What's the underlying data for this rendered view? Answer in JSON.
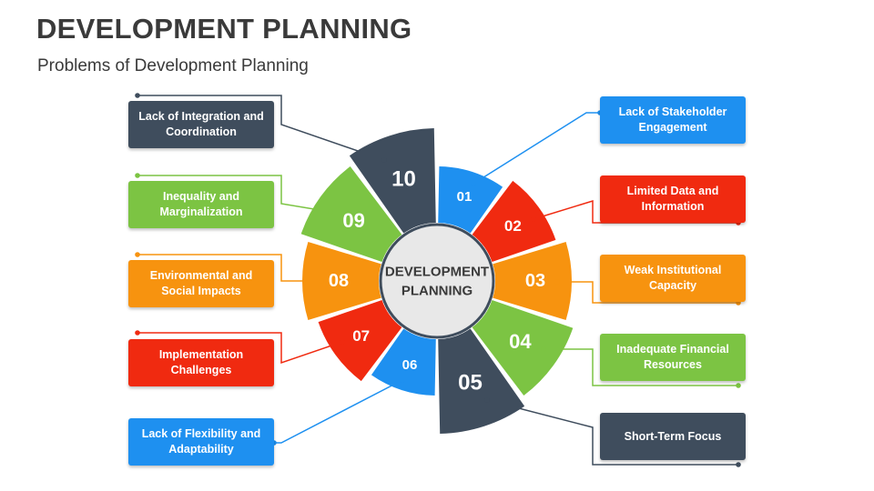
{
  "header": {
    "title": "DEVELOPMENT PLANNING",
    "subtitle": "Problems of Development Planning"
  },
  "center": {
    "line1": "DEVELOPMENT",
    "line2": "PLANNING"
  },
  "segments": [
    {
      "num": "01",
      "label": "Lack of Stakeholder Engagement",
      "color": "#1e90f0"
    },
    {
      "num": "02",
      "label": "Limited Data and Information",
      "color": "#f02a10"
    },
    {
      "num": "03",
      "label": "Weak Institutional Capacity",
      "color": "#f7930f"
    },
    {
      "num": "04",
      "label": "Inadequate Financial Resources",
      "color": "#7cc443"
    },
    {
      "num": "05",
      "label": "Short-Term Focus",
      "color": "#3f4d5d"
    },
    {
      "num": "06",
      "label": "Lack of Flexibility and Adaptability",
      "color": "#1e90f0"
    },
    {
      "num": "07",
      "label": "Implementation Challenges",
      "color": "#f02a10"
    },
    {
      "num": "08",
      "label": "Environmental and Social Impacts",
      "color": "#f7930f"
    },
    {
      "num": "09",
      "label": "Inequality and Marginalization",
      "color": "#7cc443"
    },
    {
      "num": "10",
      "label": "Lack of Integration and Coordination",
      "color": "#3f4d5d"
    }
  ]
}
